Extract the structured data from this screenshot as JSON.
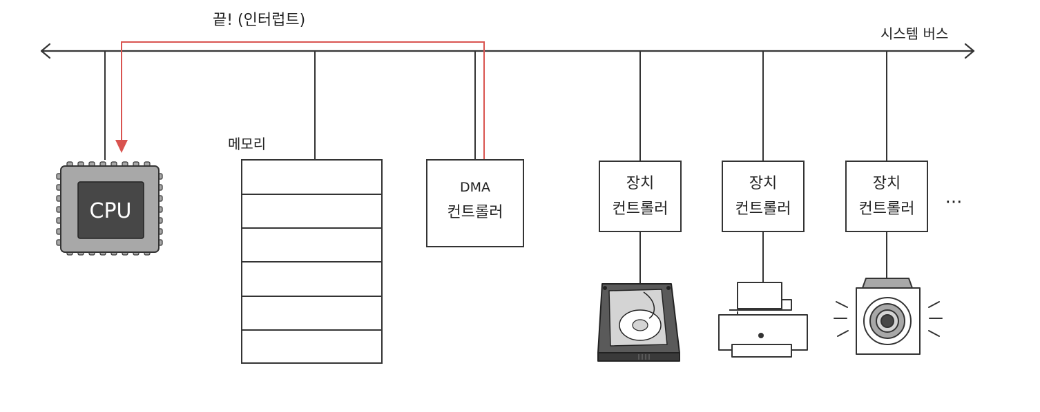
{
  "interrupt_label": "끝! (인터럽트)",
  "bus_label": "시스템 버스",
  "cpu_label": "CPU",
  "memory_label": "메모리",
  "dma_controller": {
    "line1": "DMA",
    "line2": "컨트롤러"
  },
  "device_controllers": [
    {
      "line1": "장치",
      "line2": "컨트롤러",
      "device_icon": "hard-disk-icon"
    },
    {
      "line1": "장치",
      "line2": "컨트롤러",
      "device_icon": "printer-icon"
    },
    {
      "line1": "장치",
      "line2": "컨트롤러",
      "device_icon": "speaker-icon"
    }
  ],
  "more_indicator": "···",
  "colors": {
    "line": "#333333",
    "interrupt": "#d9534f",
    "cpu_body": "#a8a8a8",
    "cpu_die": "#474747",
    "disk": "#5a5a5a"
  }
}
